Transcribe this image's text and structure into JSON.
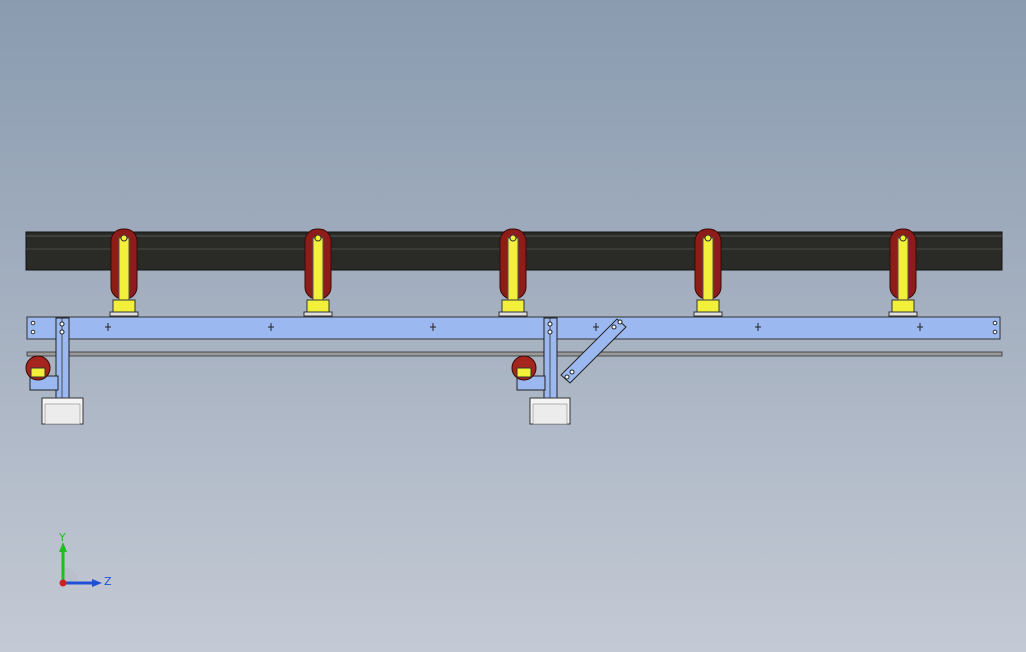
{
  "view": {
    "triad": {
      "y_label": "Y",
      "z_label": "Z",
      "y_color": "#22bb22",
      "z_color": "#1f4fd6",
      "x_color": "#cc2222"
    }
  },
  "model": {
    "belt_color": "#2a2b27",
    "frame_color": "#9bb8f0",
    "roller_color": "#8e1d1a",
    "roller_stem_color": "#f2f03a",
    "base_color": "#f4f4f4",
    "roller_count": 5,
    "support_count": 2
  }
}
